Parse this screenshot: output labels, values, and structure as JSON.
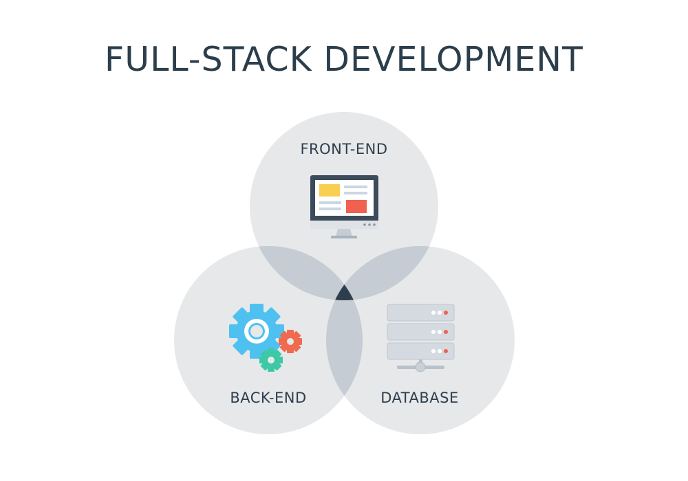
{
  "title": "FULL-STACK DEVELOPMENT",
  "circles": {
    "front": {
      "label": "FRONT-END",
      "icon": "monitor-icon"
    },
    "back": {
      "label": "BACK-END",
      "icon": "gears-icon"
    },
    "database": {
      "label": "DATABASE",
      "icon": "server-icon"
    }
  },
  "colors": {
    "circle_fill": "#e6e8ea",
    "overlap_fill": "#c6ccd3",
    "center_fill": "#2e3e4e",
    "title": "#2c3e4b",
    "gear_blue": "#4fc1f0",
    "gear_orange": "#f06a4f",
    "gear_green": "#3dc8a6",
    "screen_yellow": "#f9cf52",
    "screen_red": "#f0614f"
  }
}
